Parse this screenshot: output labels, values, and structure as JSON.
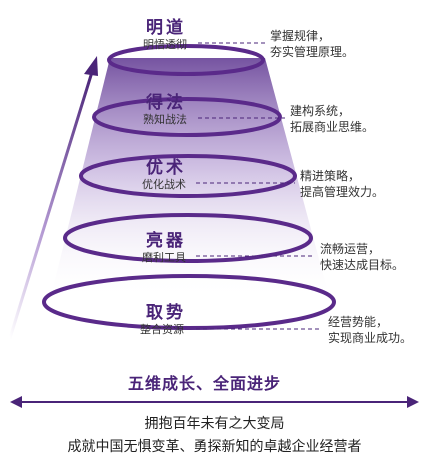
{
  "tiers": [
    {
      "title": "明道",
      "subtitle": "明悟透彻",
      "desc_line1": "掌握规律，",
      "desc_line2": "夯实管理原理。"
    },
    {
      "title": "得法",
      "subtitle": "熟知战法",
      "desc_line1": "建构系统，",
      "desc_line2": "拓展商业思维。"
    },
    {
      "title": "优术",
      "subtitle": "优化战术",
      "desc_line1": "精进策略，",
      "desc_line2": "提高管理效力。"
    },
    {
      "title": "亮器",
      "subtitle": "磨利工具",
      "desc_line1": "流畅运营，",
      "desc_line2": "快速达成目标。"
    },
    {
      "title": "取势",
      "subtitle": "整合资源",
      "desc_line1": "经营势能，",
      "desc_line2": "实现商业成功。"
    }
  ],
  "headline": "五维成长、全面进步",
  "tagline_line1": "拥抱百年未有之大变局",
  "tagline_line2": "成就中国无惧变革、勇探新知的卓越企业经营者",
  "colors": {
    "accent": "#4a2478",
    "ring": "#5a2a8a",
    "cone": "#8a66b4"
  }
}
